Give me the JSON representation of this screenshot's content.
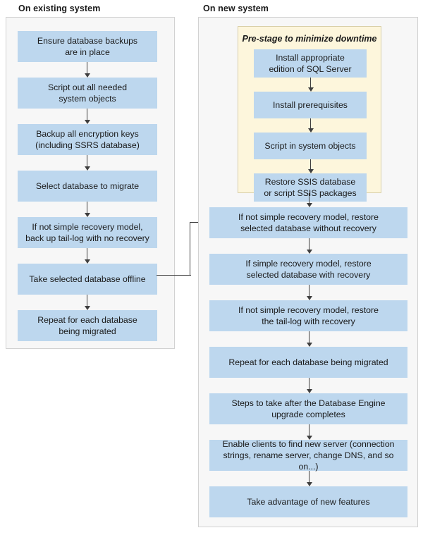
{
  "diagram": {
    "title_left": "On existing system",
    "title_right": "On new system",
    "colors": {
      "node_fill": "#BDD7EE",
      "panel_fill": "#F7F7F7",
      "panel_border": "#D2D2D2",
      "prestage_fill": "#FDF6DC",
      "prestage_border": "#D9CFA8",
      "connector": "#3F3F3F",
      "text": "#1A1A1A"
    }
  },
  "left_panel": {
    "title": "On existing system",
    "nodes": [
      {
        "id": "ensure-backups",
        "line1": "Ensure database backups",
        "line2": "are in place"
      },
      {
        "id": "script-objects",
        "line1": "Script out all needed",
        "line2": "system objects"
      },
      {
        "id": "backup-keys",
        "line1": "Backup all encryption keys",
        "line2": "(including SSRS database)"
      },
      {
        "id": "select-database",
        "line1": "Select database to migrate",
        "line2": ""
      },
      {
        "id": "backup-tail-log",
        "line1": "If not simple recovery model,",
        "line2": "back up tail-log with no recovery"
      },
      {
        "id": "take-offline",
        "line1": "Take selected database offline",
        "line2": ""
      },
      {
        "id": "repeat-each-db",
        "line1": "Repeat for each database",
        "line2": "being migrated"
      }
    ]
  },
  "right_panel": {
    "title": "On new system",
    "prestage": {
      "title": "Pre-stage to minimize downtime",
      "nodes": [
        {
          "id": "install-sql-server",
          "line1": "Install appropriate",
          "line2": "edition of SQL Server"
        },
        {
          "id": "install-prereqs",
          "line1": "Install prerequisites",
          "line2": ""
        },
        {
          "id": "script-in-objects",
          "line1": "Script in system objects",
          "line2": ""
        },
        {
          "id": "restore-ssis",
          "line1": "Restore SSIS database",
          "line2": "or script SSIS packages"
        }
      ]
    },
    "nodes": [
      {
        "id": "restore-without-recovery",
        "line1": "If not simple recovery model, restore",
        "line2": "selected database without recovery"
      },
      {
        "id": "restore-with-recovery",
        "line1": "If simple recovery model, restore",
        "line2": "selected database with recovery"
      },
      {
        "id": "restore-tail-log",
        "line1": "If not simple recovery model, restore",
        "line2": "the tail-log with recovery"
      },
      {
        "id": "repeat-each-db-new",
        "line1": "Repeat for each database being migrated",
        "line2": ""
      },
      {
        "id": "post-upgrade-steps",
        "line1": "Steps to take after the Database Engine",
        "line2": "upgrade completes"
      },
      {
        "id": "enable-clients",
        "line1": "Enable clients to find new server (connection",
        "line2": "strings, rename server, change DNS, and so on...)"
      },
      {
        "id": "take-advantage",
        "line1": "Take advantage of new features",
        "line2": ""
      }
    ]
  }
}
